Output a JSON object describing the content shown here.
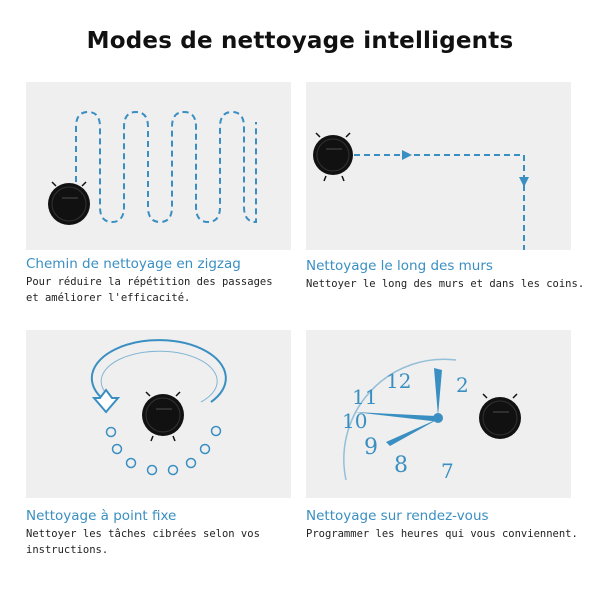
{
  "title": "Modes de nettoyage intelligents",
  "colors": {
    "accent": "#3a8fc2",
    "panel": "#efefef",
    "robot": "#111111"
  },
  "modes": [
    {
      "title": "Chemin de nettoyage en zigzag",
      "description_lines": [
        "Pour réduire la répétition des passages",
        "et améliorer l'efficacité."
      ]
    },
    {
      "title": "Nettoyage le long des murs",
      "description_lines": [
        "Nettoyer le long des murs et dans les coins."
      ]
    },
    {
      "title": "Nettoyage à point fixe",
      "description_lines": [
        "Nettoyer les tâches cibrées selon vos",
        "instructions."
      ]
    },
    {
      "title": "Nettoyage sur rendez-vous",
      "description_lines": [
        "Programmer les heures qui vous conviennent."
      ]
    }
  ],
  "clock": {
    "numerals": [
      "12",
      "2",
      "7",
      "8",
      "9",
      "10",
      "11"
    ]
  },
  "icons": [
    "robot-vacuum-icon",
    "zigzag-path-icon",
    "wall-path-icon",
    "spot-spiral-icon",
    "clock-icon"
  ]
}
